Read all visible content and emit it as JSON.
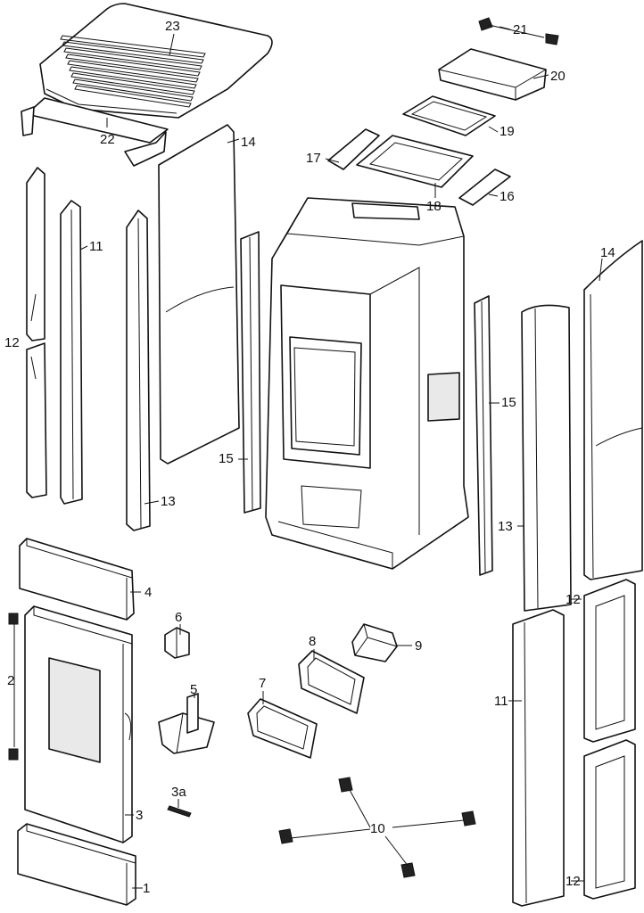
{
  "labels": {
    "p1": "1",
    "p2": "2",
    "p3": "3",
    "p3a": "3a",
    "p4": "4",
    "p5": "5",
    "p6": "6",
    "p7": "7",
    "p8": "8",
    "p9": "9",
    "p10": "10",
    "p11_left": "11",
    "p11_right": "11",
    "p12_left": "12",
    "p12_right_top": "12",
    "p12_right_bottom": "12",
    "p13_left": "13",
    "p13_right": "13",
    "p14_left": "14",
    "p14_right": "14",
    "p15_left": "15",
    "p15_right": "15",
    "p16": "16",
    "p17": "17",
    "p18": "18",
    "p19": "19",
    "p20": "20",
    "p21": "21",
    "p22": "22",
    "p23": "23"
  }
}
